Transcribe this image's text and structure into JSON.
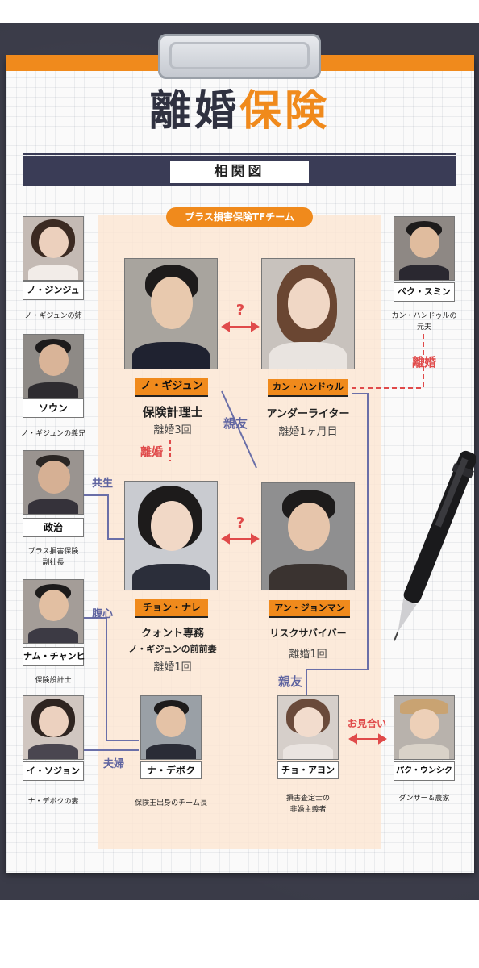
{
  "title": {
    "logo_part1": "離婚",
    "logo_part2": "保険",
    "heading": "相関図"
  },
  "team": {
    "label": "プラス損害保険TFチーム"
  },
  "main": [
    {
      "id": "nogijun",
      "name": "ノ・ギジュン",
      "role": "保険計理士",
      "note": "離婚3回"
    },
    {
      "id": "kanghandul",
      "name": "カン・ハンドゥル",
      "role": "アンダーライター",
      "note": "離婚1ヶ月目"
    },
    {
      "id": "jeongnare",
      "name": "チョン・ナレ",
      "role": "クォント専務",
      "note2": "ノ・ギジュンの前前妻",
      "note": "離婚1回"
    },
    {
      "id": "anjeongman",
      "name": "アン・ジョンマン",
      "role": "リスクサバイバー",
      "note": "離婚1回"
    }
  ],
  "team_small": [
    {
      "id": "nadeboku",
      "name": "ナ・デボク",
      "desc": "保険王出身のチーム長"
    },
    {
      "id": "choayeon",
      "name": "チョ・アヨン",
      "desc1": "損害査定士の",
      "desc2": "非婚主義者"
    }
  ],
  "left": [
    {
      "id": "nojinju",
      "name": "ノ・ジンジュ",
      "desc1": "ノ・ギジュンの姉",
      "desc2": ""
    },
    {
      "id": "soun",
      "name": "ソウン",
      "desc1": "ノ・ギジュンの義兄",
      "desc2": ""
    },
    {
      "id": "seiji",
      "name": "政治",
      "desc1": "プラス損害保険",
      "desc2": "副社長"
    },
    {
      "id": "namchanhi",
      "name": "ナム・チャンヒ",
      "desc1": "保険設計士",
      "desc2": ""
    },
    {
      "id": "isojin",
      "name": "イ・ソジョン",
      "desc1": "ナ・デボクの妻",
      "desc2": ""
    }
  ],
  "right": [
    {
      "id": "peksumin",
      "name": "ペク・スミン",
      "desc1": "カン・ハンドゥルの",
      "desc2": "元夫"
    },
    {
      "id": "pakunsik",
      "name": "パク・ウンシク",
      "desc1": "ダンサー＆農家",
      "desc2": ""
    }
  ],
  "relations": {
    "q1": "?",
    "q2": "?",
    "divorce1": "離婚",
    "divorce2": "離婚",
    "friend1": "親友",
    "friend2": "親友",
    "symbiosis": "共生",
    "confidant": "腹心",
    "couple": "夫婦",
    "omiai": "お見合い"
  },
  "colors": {
    "accent": "#f08a1c",
    "navy": "#3a3c56",
    "relation_red": "#e04a4a",
    "relation_blue": "#5f64a0",
    "board": "#3a3b48"
  }
}
